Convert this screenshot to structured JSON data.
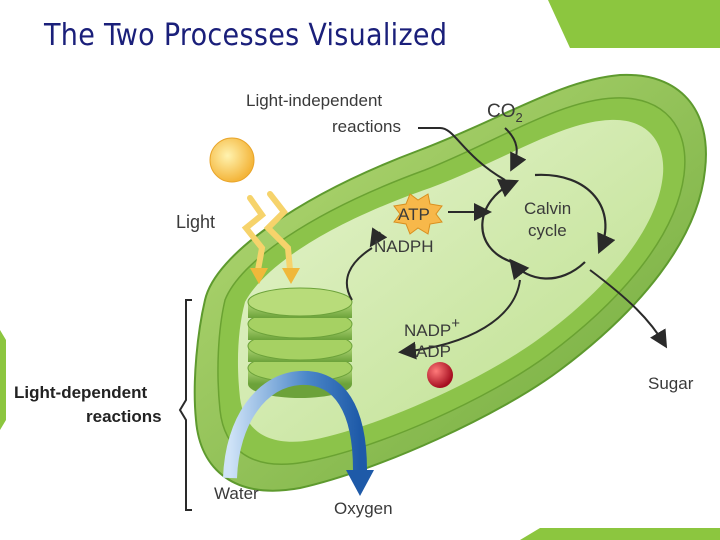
{
  "slide": {
    "title": "The Two Processes Visualized"
  },
  "diagram": {
    "labels": {
      "light_independent_line1": "Light-independent",
      "light_independent_line2": "reactions",
      "co2_main": "CO",
      "co2_sub": "2",
      "atp": "ATP",
      "nadph": "NADPH",
      "calvin_line1": "Calvin",
      "calvin_line2": "cycle",
      "light": "Light",
      "nadp_main": "NADP",
      "nadp_sup": "+",
      "adp": "ADP",
      "sugar": "Sugar",
      "light_dependent_line1": "Light-dependent",
      "light_dependent_line2": "reactions",
      "water": "Water",
      "oxygen": "Oxygen"
    },
    "colors": {
      "title": "#1a1f7a",
      "accent_green": "#8cc63f",
      "chloroplast_outer": "#9ccf55",
      "chloroplast_inner": "#c6e49a",
      "stroma": "#dff0c4",
      "thylakoid": "#7ab648",
      "sun": "#f7c64a",
      "atp_burst": "#f7b84a",
      "phosphate": "#c8102e",
      "water_arrow": "#4a86c8"
    }
  }
}
